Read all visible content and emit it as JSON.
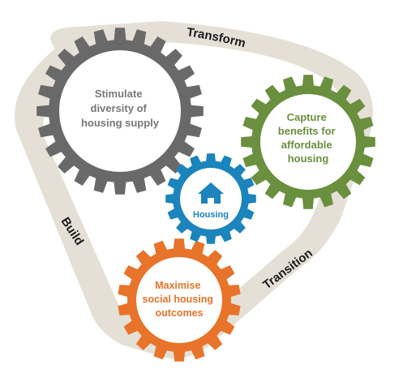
{
  "band": {
    "color": "#e5e0d6",
    "labels": {
      "top": "Transform",
      "right": "Transition",
      "left": "Build"
    }
  },
  "gears": [
    {
      "id": "supply",
      "lines": [
        "Stimulate",
        "diversity of",
        "housing supply"
      ],
      "gear_color": "#696969",
      "text_color": "#777777",
      "icon": "none"
    },
    {
      "id": "affordable",
      "lines": [
        "Capture",
        "benefits for",
        "affordable",
        "housing"
      ],
      "gear_color": "#6a8f3e",
      "text_color": "#6a8f3e",
      "icon": "none"
    },
    {
      "id": "housing",
      "lines": [
        "Housing"
      ],
      "gear_color": "#1b84bc",
      "text_color": "#1b84bc",
      "icon": "house-icon"
    },
    {
      "id": "social",
      "lines": [
        "Maximise",
        "social housing",
        "outcomes"
      ],
      "gear_color": "#e8732a",
      "text_color": "#e8732a",
      "icon": "none"
    }
  ]
}
